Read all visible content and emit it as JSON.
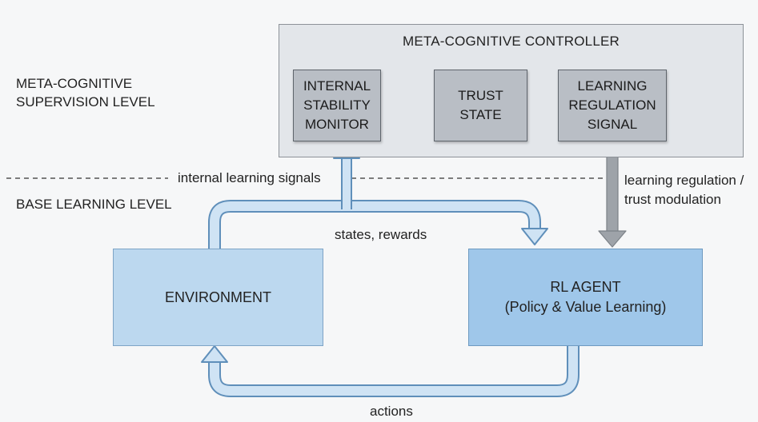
{
  "levels": {
    "supervision": [
      "META-COGNITIVE",
      "SUPERVISION LEVEL"
    ],
    "base": "BASE LEARNING LEVEL"
  },
  "controller": {
    "title": "META-COGNITIVE CONTROLLER",
    "modules": [
      {
        "lines": [
          "INTERNAL",
          "STABILITY",
          "MONITOR"
        ]
      },
      {
        "lines": [
          "TRUST",
          "STATE"
        ]
      },
      {
        "lines": [
          "LEARNING",
          "REGULATION",
          "SIGNAL"
        ]
      }
    ]
  },
  "environment": {
    "label": "ENVIRONMENT"
  },
  "agent": {
    "title": "RL AGENT",
    "subtitle": "(Policy & Value Learning)"
  },
  "flows": {
    "internal_signals": "internal learning signals",
    "states_rewards": "states, rewards",
    "regulation": [
      "learning regulation /",
      "trust modulation"
    ],
    "actions": "actions"
  },
  "colors": {
    "flow_fill": "#cfe3f4",
    "flow_stroke": "#5f8fba",
    "control_arrow": "#9ea3a9",
    "agent_fill": "#9fc7ea",
    "env_fill": "#bcd8ef"
  }
}
